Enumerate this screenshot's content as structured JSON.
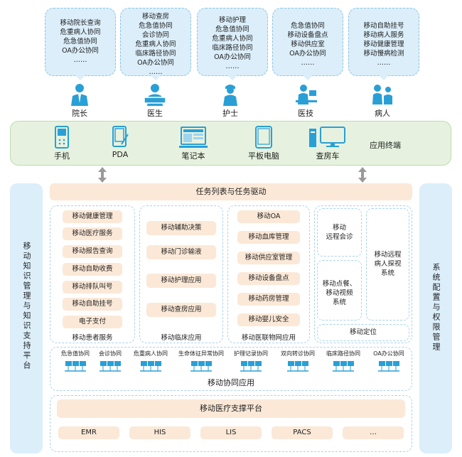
{
  "roles": [
    {
      "name": "院长",
      "items": [
        "移动院长查询",
        "危重病人协同",
        "危急值协同",
        "OA办公协同",
        "……"
      ]
    },
    {
      "name": "医生",
      "items": [
        "移动查房",
        "危急值协同",
        "会诊协同",
        "危重病人协同",
        "临床路径协同",
        "OA办公协同",
        "……"
      ]
    },
    {
      "name": "护士",
      "items": [
        "移动护理",
        "危急值协同",
        "危重病人协同",
        "临床路径协同",
        "OA办公协同",
        "……"
      ]
    },
    {
      "name": "医技",
      "items": [
        "危急值协同",
        "移动设备盘点",
        "移动供应室",
        "OA办公协同",
        "……"
      ]
    },
    {
      "name": "病人",
      "items": [
        "移动自助挂号",
        "移动病人服务",
        "移动健康管理",
        "移动慢病检测",
        "……"
      ]
    }
  ],
  "terminal": {
    "title": "应用终端",
    "devices": [
      "手机",
      "PDA",
      "笔记本",
      "平板电脑",
      "查房车"
    ]
  },
  "task_bar": "任务列表与任务驱动",
  "left_sidebar": "移动知识管理与知识支持平台",
  "right_sidebar": "系统配置与权限管理",
  "groups": {
    "patient": {
      "title": "移动患者服务",
      "items": [
        "移动健康管理",
        "移动医疗服务",
        "移动报告查询",
        "移动自助收费",
        "移动排队叫号",
        "移动自助挂号",
        "电子支付"
      ]
    },
    "clinical": {
      "title": "移动临床应用",
      "items": [
        "移动辅助决策",
        "移动门诊输液",
        "移动护理应用",
        "移动查房应用"
      ]
    },
    "iot": {
      "title": "移动医联物网应用",
      "items": [
        "移动OA",
        "移动血库管理",
        "移动供应室管理",
        "移动设备盘点",
        "移动药房管理",
        "移动婴儿安全"
      ]
    },
    "remote_consult": "移动\n远程会诊",
    "remote_visit": "移动远程\n病人探视\n系统",
    "meal_video": "移动点餐、\n移动视频\n系统",
    "positioning": "移动定位"
  },
  "collab": {
    "title": "移动协同应用",
    "items": [
      "危急值协同",
      "会诊协同",
      "危重病人协同",
      "生命体征异常协同",
      "护理记录协同",
      "双向转诊协同",
      "临床路径协同",
      "OA办公协同"
    ]
  },
  "platform": {
    "title": "移动医疗支撑平台",
    "systems": [
      "EMR",
      "HIS",
      "LIS",
      "PACS",
      "…"
    ]
  },
  "colors": {
    "blue": "#dbeefa",
    "green": "#e6f2df",
    "peach": "#fbe8d7",
    "icon": "#2a9fd6"
  }
}
